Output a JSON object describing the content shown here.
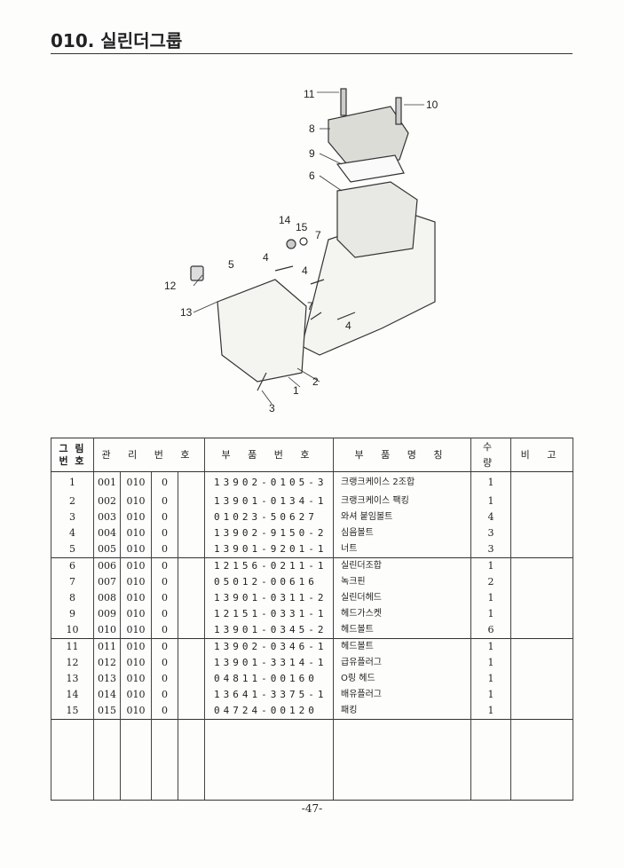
{
  "header": {
    "title": "010. 실린더그룹"
  },
  "diagram": {
    "callouts": [
      "11",
      "10",
      "8",
      "9",
      "6",
      "14",
      "15",
      "7",
      "4",
      "5",
      "4",
      "12",
      "13",
      "7",
      "4",
      "2",
      "1",
      "3"
    ]
  },
  "table": {
    "headers": {
      "fig_no": "그 림 번 호",
      "mgmt_no": "관 리 번 호",
      "part_no": "부 품 번 호",
      "part_name": "부 품 명 칭",
      "qty": "수 량",
      "remarks": "비 고"
    },
    "rows": [
      {
        "fig": "1",
        "m1": "001",
        "m2": "010",
        "m3": "0",
        "part_no": "13902-0105-3",
        "name": "크랭크케이스 2조합",
        "qty": "1"
      },
      {
        "fig": "2",
        "m1": "002",
        "m2": "010",
        "m3": "0",
        "part_no": "13901-0134-1",
        "name": "크랭크케이스 팩킹",
        "qty": "1"
      },
      {
        "fig": "3",
        "m1": "003",
        "m2": "010",
        "m3": "0",
        "part_no": "01023-50627",
        "name": "와셔 붙임볼트",
        "qty": "4"
      },
      {
        "fig": "4",
        "m1": "004",
        "m2": "010",
        "m3": "0",
        "part_no": "13902-9150-2",
        "name": "심음볼트",
        "qty": "3"
      },
      {
        "fig": "5",
        "m1": "005",
        "m2": "010",
        "m3": "0",
        "part_no": "13901-9201-1",
        "name": "너트",
        "qty": "3"
      },
      {
        "fig": "6",
        "m1": "006",
        "m2": "010",
        "m3": "0",
        "part_no": "12156-0211-1",
        "name": "실린더조합",
        "qty": "1"
      },
      {
        "fig": "7",
        "m1": "007",
        "m2": "010",
        "m3": "0",
        "part_no": "05012-00616",
        "name": "녹크핀",
        "qty": "2"
      },
      {
        "fig": "8",
        "m1": "008",
        "m2": "010",
        "m3": "0",
        "part_no": "13901-0311-2",
        "name": "실린더헤드",
        "qty": "1"
      },
      {
        "fig": "9",
        "m1": "009",
        "m2": "010",
        "m3": "0",
        "part_no": "12151-0331-1",
        "name": "헤드가스켓",
        "qty": "1"
      },
      {
        "fig": "10",
        "m1": "010",
        "m2": "010",
        "m3": "0",
        "part_no": "13901-0345-2",
        "name": "헤드볼트",
        "qty": "6"
      },
      {
        "fig": "11",
        "m1": "011",
        "m2": "010",
        "m3": "0",
        "part_no": "13902-0346-1",
        "name": "헤드볼트",
        "qty": "1"
      },
      {
        "fig": "12",
        "m1": "012",
        "m2": "010",
        "m3": "0",
        "part_no": "13901-3314-1",
        "name": "급유플러그",
        "qty": "1"
      },
      {
        "fig": "13",
        "m1": "013",
        "m2": "010",
        "m3": "0",
        "part_no": "04811-00160",
        "name": "O링 헤드",
        "qty": "1"
      },
      {
        "fig": "14",
        "m1": "014",
        "m2": "010",
        "m3": "0",
        "part_no": "13641-3375-1",
        "name": "배유플러그",
        "qty": "1"
      },
      {
        "fig": "15",
        "m1": "015",
        "m2": "010",
        "m3": "0",
        "part_no": "04724-00120",
        "name": "패킹",
        "qty": "1"
      }
    ]
  },
  "footer": {
    "page_number": "-47-"
  }
}
